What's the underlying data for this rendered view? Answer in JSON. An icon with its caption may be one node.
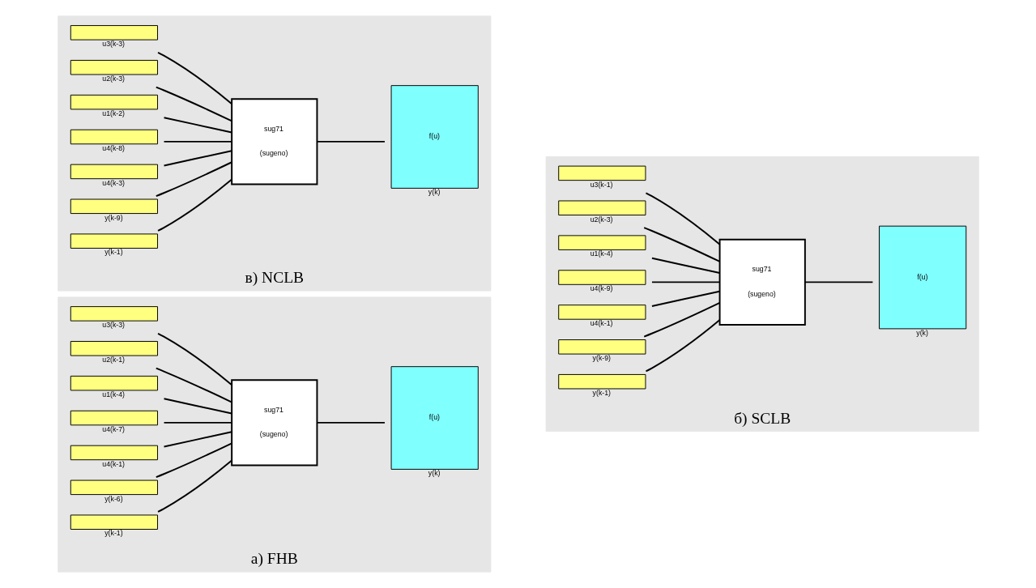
{
  "diagram": {
    "nodes": [
      {
        "text": [
          "а) FHB"
        ]
      },
      {
        "text": [
          "y(k-1)"
        ],
        "in": 0
      },
      {
        "text": [
          "y(k-6)"
        ],
        "in": 0
      },
      {
        "text": [
          "u4(k-1)"
        ],
        "in": 0
      },
      {
        "text": [
          "u4(k-7)"
        ],
        "in": 0
      },
      {
        "text": [
          "u1(k-4)"
        ],
        "in": 0
      },
      {
        "text": [
          "u2(k-1)"
        ],
        "in": 0
      },
      {
        "text": [
          "u3(k-3)"
        ],
        "in": 0
      },
      {
        "text": [
          "sug71",
          "(sugeno)"
        ],
        "in": 0
      },
      {
        "text": [
          "f(u)"
        ],
        "beside": [
          "y(k)"
        ],
        "in": 0
      },
      {
        "text": [
          "б) SCLB"
        ]
      },
      {
        "text": [
          "y(k-1)"
        ],
        "in": 10
      },
      {
        "text": [
          "y(k-9)"
        ],
        "in": 10
      },
      {
        "text": [
          "u4(k-1)"
        ],
        "in": 10
      },
      {
        "text": [
          "u4(k-9)"
        ],
        "in": 10
      },
      {
        "text": [
          "u1(k-4)"
        ],
        "in": 10
      },
      {
        "text": [
          "u2(k-3)"
        ],
        "in": 10
      },
      {
        "text": [
          "u3(k-1)"
        ],
        "in": 10
      },
      {
        "text": [
          "sug71",
          "(sugeno)"
        ],
        "in": 10
      },
      {
        "text": [
          "f(u)"
        ],
        "beside": [
          "y(k)"
        ],
        "in": 10
      },
      {
        "text": [
          "в) NCLB"
        ]
      },
      {
        "text": [
          "y(k-1)"
        ],
        "in": 20
      },
      {
        "text": [
          "y(k-9)"
        ],
        "in": 20
      },
      {
        "text": [
          "u4(k-3)"
        ],
        "in": 20
      },
      {
        "text": [
          "u4(k-8)"
        ],
        "in": 20
      },
      {
        "text": [
          "u1(k-2)"
        ],
        "in": 20
      },
      {
        "text": [
          "u2(k-3)"
        ],
        "in": 20
      },
      {
        "text": [
          "u3(k-3)"
        ],
        "in": 20
      },
      {
        "text": [
          "sug71",
          "(sugeno)"
        ],
        "in": 20
      },
      {
        "text": [
          "f(u)"
        ],
        "beside": [
          "y(k)"
        ],
        "in": 20
      }
    ],
    "edges": [
      {
        "from": 1,
        "to": 8,
        "arrow": "none"
      },
      {
        "from": 2,
        "to": 8,
        "arrow": "none"
      },
      {
        "from": 3,
        "to": 8,
        "arrow": "none"
      },
      {
        "from": 4,
        "to": 8,
        "arrow": "none"
      },
      {
        "from": 5,
        "to": 8,
        "arrow": "none"
      },
      {
        "from": 6,
        "to": 8,
        "arrow": "none"
      },
      {
        "from": 7,
        "to": 8,
        "arrow": "none"
      },
      {
        "from": 8,
        "to": 9,
        "arrow": "none"
      },
      {
        "from": 11,
        "to": 18,
        "arrow": "none"
      },
      {
        "from": 12,
        "to": 18,
        "arrow": "none"
      },
      {
        "from": 13,
        "to": 18,
        "arrow": "none"
      },
      {
        "from": 14,
        "to": 18,
        "arrow": "none"
      },
      {
        "from": 15,
        "to": 18,
        "arrow": "none"
      },
      {
        "from": 16,
        "to": 18,
        "arrow": "none"
      },
      {
        "from": 17,
        "to": 18,
        "arrow": "none"
      },
      {
        "from": 18,
        "to": 19,
        "arrow": "none"
      },
      {
        "from": 21,
        "to": 28,
        "arrow": "none"
      },
      {
        "from": 22,
        "to": 28,
        "arrow": "none"
      },
      {
        "from": 23,
        "to": 28,
        "arrow": "none"
      },
      {
        "from": 24,
        "to": 28,
        "arrow": "none"
      },
      {
        "from": 25,
        "to": 28,
        "arrow": "none"
      },
      {
        "from": 26,
        "to": 28,
        "arrow": "none"
      },
      {
        "from": 27,
        "to": 28,
        "arrow": "none"
      },
      {
        "from": 28,
        "to": 29,
        "arrow": "none"
      }
    ]
  }
}
